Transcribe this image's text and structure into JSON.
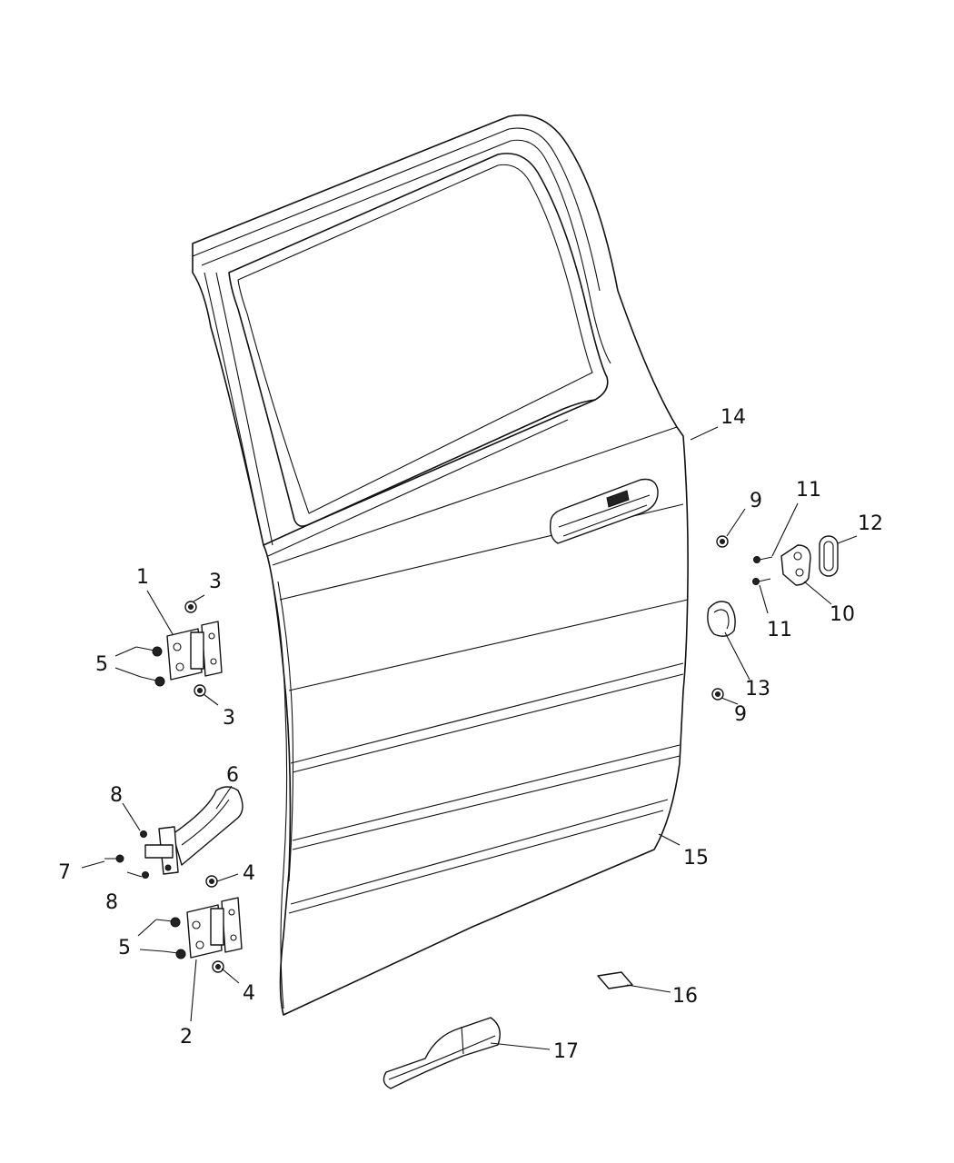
{
  "diagram": {
    "callouts": [
      {
        "id": "c1",
        "label": "1"
      },
      {
        "id": "c2",
        "label": "2"
      },
      {
        "id": "c3a",
        "label": "3"
      },
      {
        "id": "c3b",
        "label": "3"
      },
      {
        "id": "c4a",
        "label": "4"
      },
      {
        "id": "c4b",
        "label": "4"
      },
      {
        "id": "c5a",
        "label": "5"
      },
      {
        "id": "c5b",
        "label": "5"
      },
      {
        "id": "c6",
        "label": "6"
      },
      {
        "id": "c7",
        "label": "7"
      },
      {
        "id": "c8a",
        "label": "8"
      },
      {
        "id": "c8b",
        "label": "8"
      },
      {
        "id": "c9a",
        "label": "9"
      },
      {
        "id": "c9b",
        "label": "9"
      },
      {
        "id": "c10",
        "label": "10"
      },
      {
        "id": "c11a",
        "label": "11"
      },
      {
        "id": "c11b",
        "label": "11"
      },
      {
        "id": "c12",
        "label": "12"
      },
      {
        "id": "c13",
        "label": "13"
      },
      {
        "id": "c14",
        "label": "14"
      },
      {
        "id": "c15",
        "label": "15"
      },
      {
        "id": "c16",
        "label": "16"
      },
      {
        "id": "c17",
        "label": "17"
      }
    ]
  }
}
